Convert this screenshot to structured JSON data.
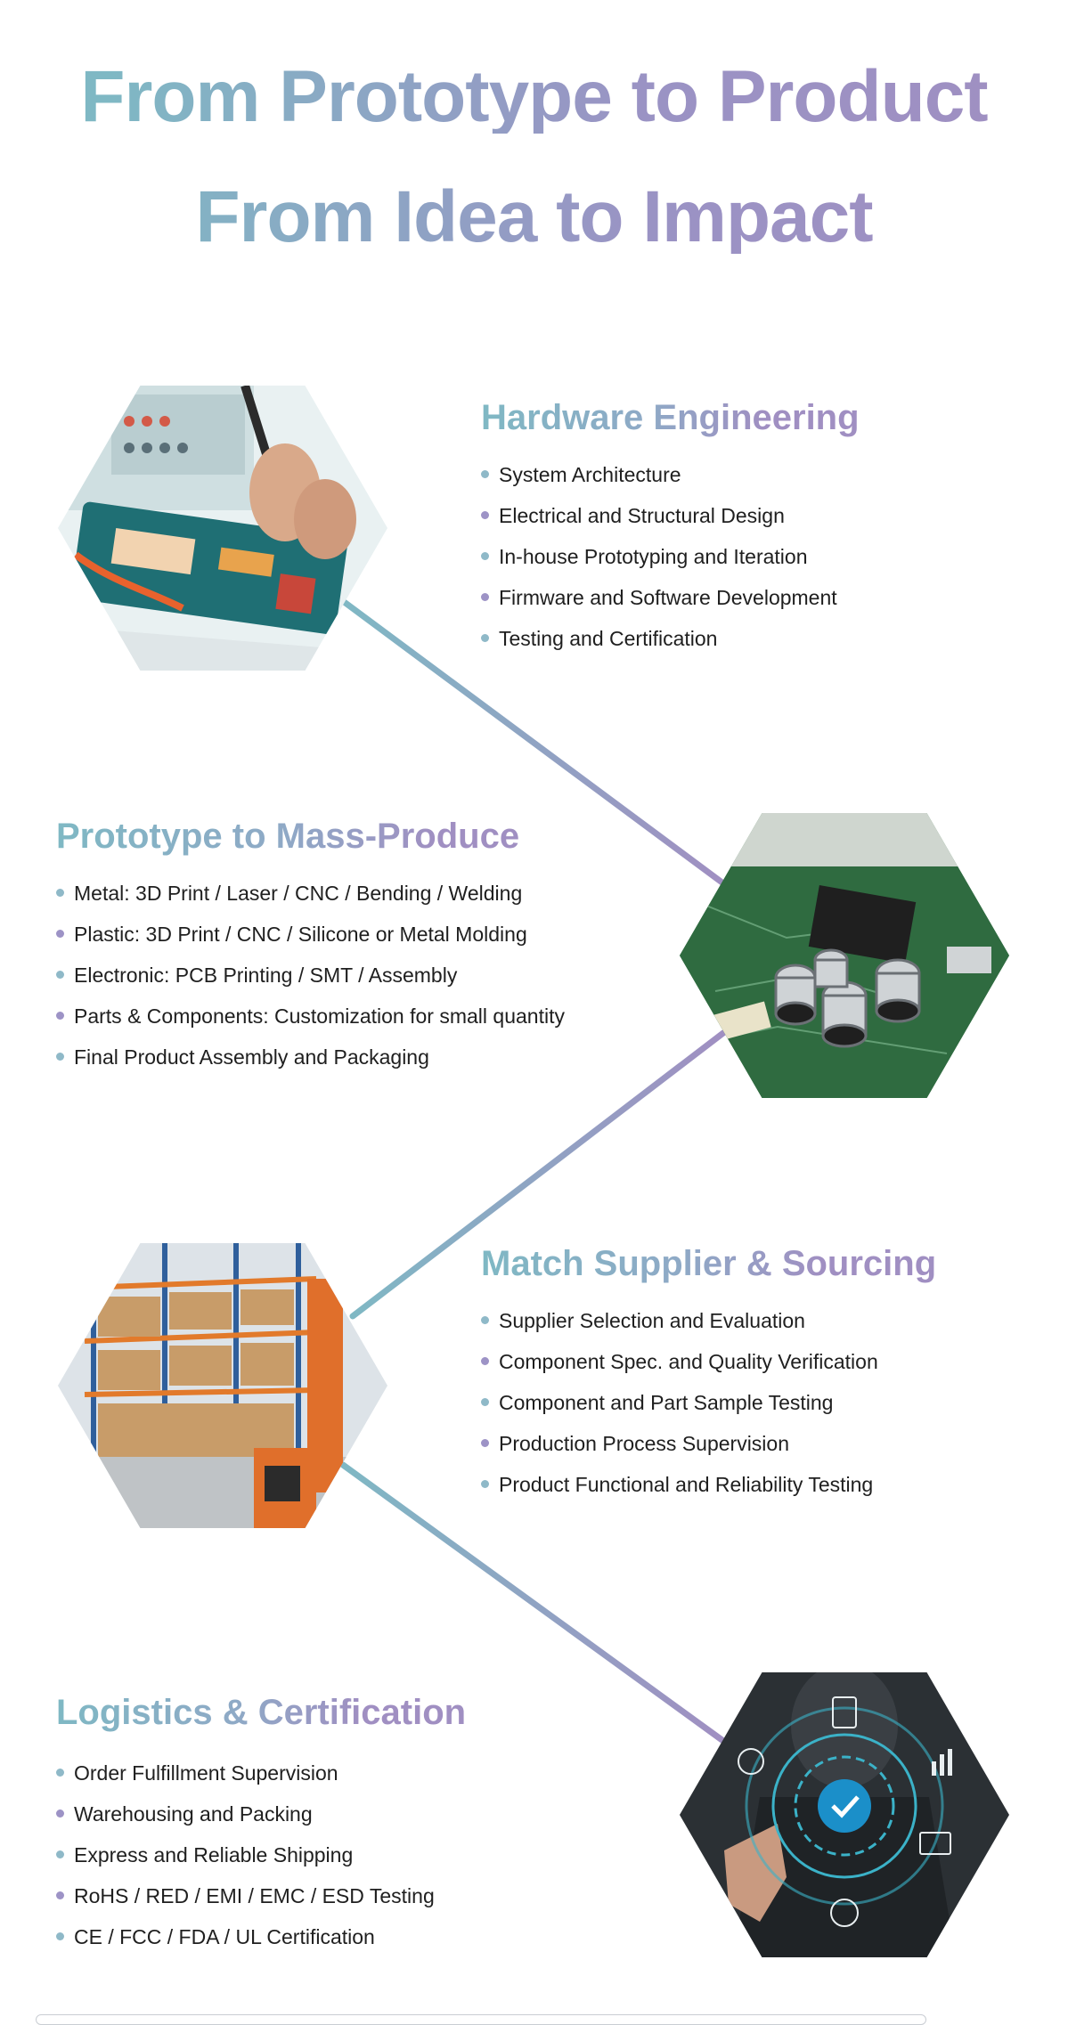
{
  "header": {
    "line1": "From Prototype to Product",
    "line2": "From Idea to Impact"
  },
  "sections": [
    {
      "title": "Hardware Engineering",
      "image": "circuit-board-soldering",
      "items": [
        "System Architecture",
        "Electrical and Structural Design",
        "In-house Prototyping and Iteration",
        "Firmware and Software Development",
        "Testing and Certification"
      ]
    },
    {
      "title": "Prototype to Mass-Produce",
      "image": "pcb-components-closeup",
      "items": [
        "Metal: 3D Print / Laser / CNC / Bending / Welding",
        "Plastic: 3D Print / CNC / Silicone or Metal Molding",
        "Electronic: PCB Printing / SMT / Assembly",
        "Parts & Components: Customization for small quantity",
        "Final Product Assembly and Packaging"
      ]
    },
    {
      "title": "Match Supplier & Sourcing",
      "image": "warehouse-racks-forklift",
      "items": [
        "Supplier Selection and Evaluation",
        "Component Spec. and Quality Verification",
        "Component and Part Sample Testing",
        "Production Process Supervision",
        "Product Functional and Reliability Testing"
      ]
    },
    {
      "title": "Logistics & Certification",
      "image": "certification-quality-icons",
      "items": [
        "Order Fulfillment Supervision",
        "Warehousing and Packing",
        "Express and Reliable Shipping",
        "RoHS / RED / EMI / EMC / ESD Testing",
        "CE / FCC / FDA / UL Certification"
      ]
    }
  ],
  "colors": {
    "teal": "#7fb8c4",
    "lavender": "#a08fc2"
  }
}
